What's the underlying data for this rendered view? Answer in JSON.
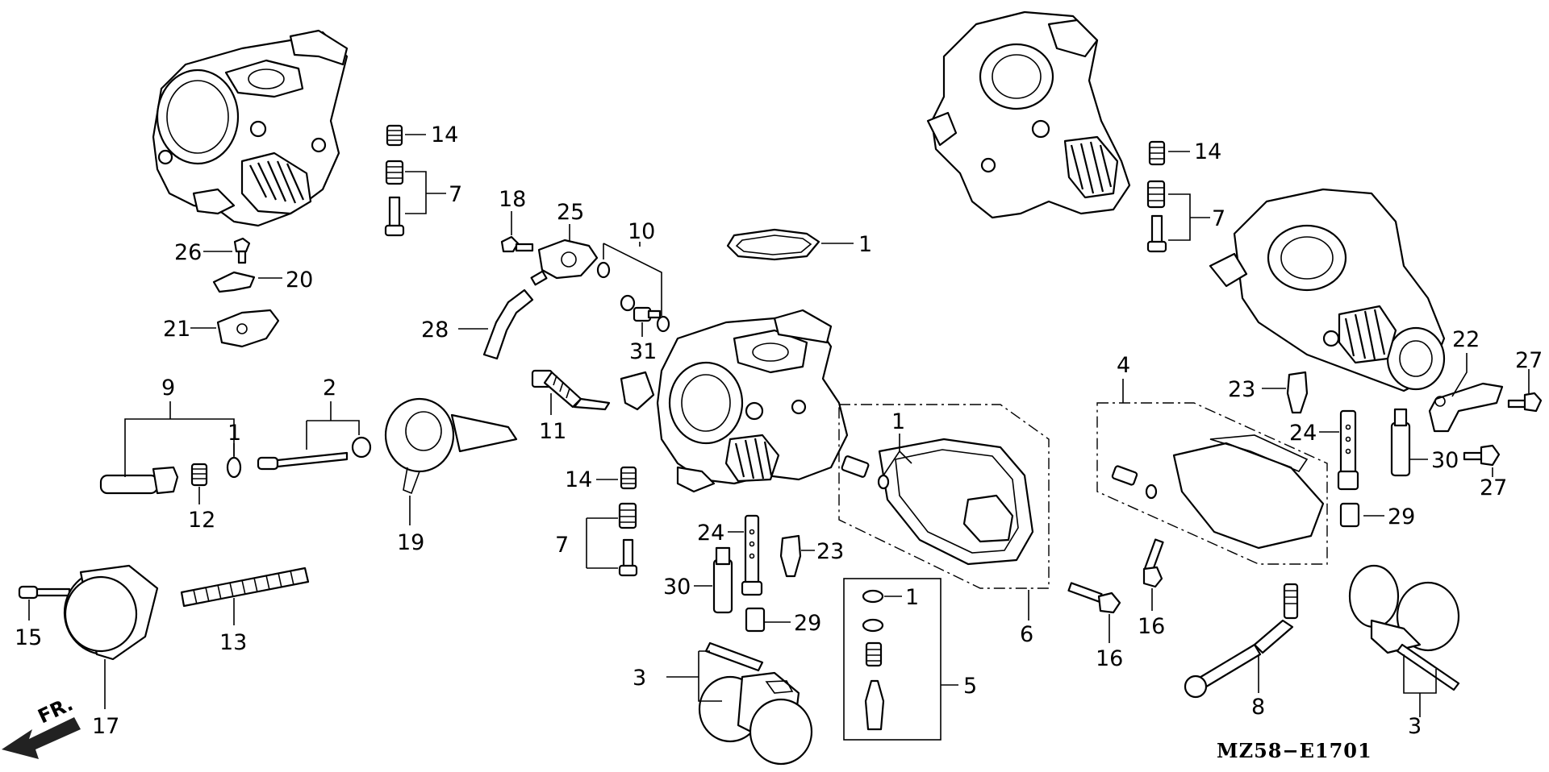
{
  "diagram_code": "MZ58−E1701",
  "direction_label": "FR.",
  "callouts": {
    "c1a": "1",
    "c1b": "1",
    "c1c": "1",
    "c1d": "1",
    "c2": "2",
    "c3a": "3",
    "c3b": "3",
    "c4": "4",
    "c5": "5",
    "c6": "6",
    "c7a": "7",
    "c7b": "7",
    "c7c": "7",
    "c8": "8",
    "c9": "9",
    "c10": "10",
    "c11": "11",
    "c12": "12",
    "c13": "13",
    "c14a": "14",
    "c14b": "14",
    "c14c": "14",
    "c15": "15",
    "c16a": "16",
    "c16b": "16",
    "c17": "17",
    "c18": "18",
    "c19": "19",
    "c20": "20",
    "c21": "21",
    "c22": "22",
    "c23a": "23",
    "c23b": "23",
    "c24a": "24",
    "c24b": "24",
    "c25": "25",
    "c26": "26",
    "c27a": "27",
    "c27b": "27",
    "c28": "28",
    "c29a": "29",
    "c29b": "29",
    "c30a": "30",
    "c30b": "30",
    "c31": "31"
  }
}
